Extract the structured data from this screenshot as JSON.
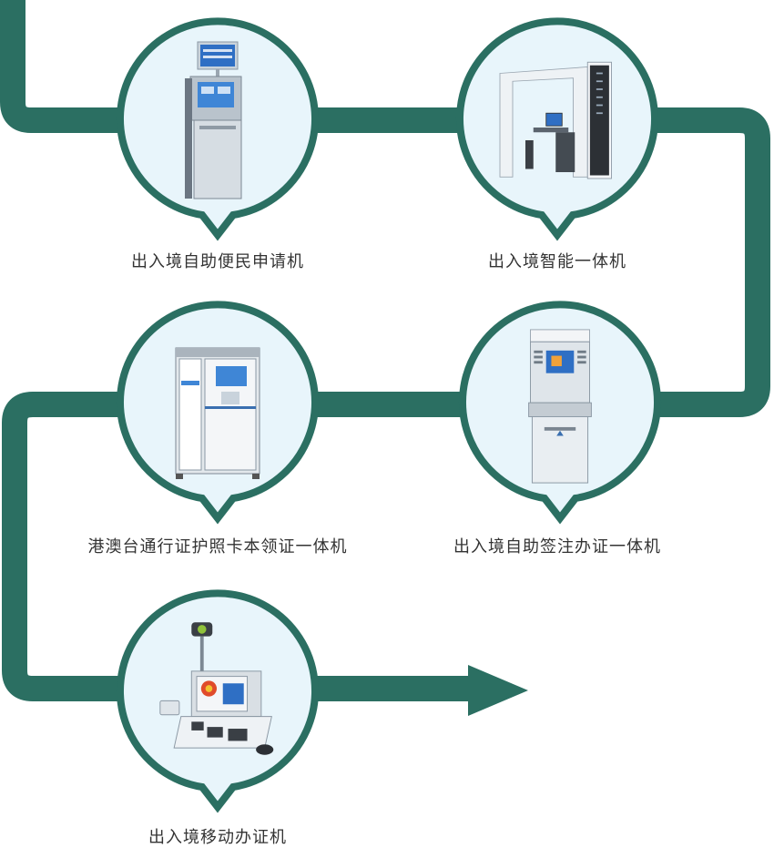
{
  "colors": {
    "path": "#2b6f62",
    "circle_border": "#2b6f62",
    "circle_fill": "#e8f5fb",
    "caption": "#333333"
  },
  "steps": [
    {
      "id": "self-service-application-kiosk",
      "label": "出入境自助便民申请机",
      "icon": "kiosk-icon"
    },
    {
      "id": "smart-all-in-one-machine",
      "label": "出入境智能一体机",
      "icon": "photo-booth-icon"
    },
    {
      "id": "self-service-visa-machine",
      "label": "出入境自助签注办证一体机",
      "icon": "visa-kiosk-icon"
    },
    {
      "id": "hk-macau-taiwan-pass-collection-machine",
      "label": "港澳台通行证护照卡本领证一体机",
      "icon": "cabinet-icon"
    },
    {
      "id": "mobile-processing-machine",
      "label": "出入境移动办证机",
      "icon": "mobile-station-icon"
    }
  ]
}
